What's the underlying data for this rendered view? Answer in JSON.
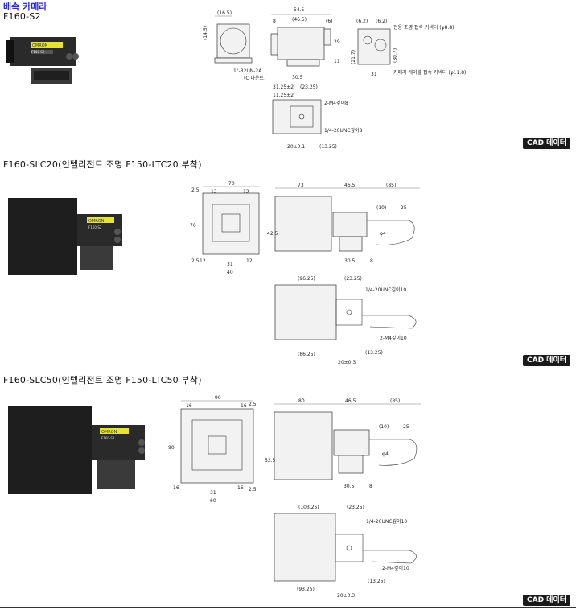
{
  "header": {
    "title": "배속 카메라"
  },
  "sections": [
    {
      "model": "F160-S2",
      "cad_label": "CAD 데이터",
      "dims": {
        "front_w": "(16.5)",
        "front_h": "(14.5)",
        "thread": "1\"-32UN-2A",
        "mount": "(C 마운트)",
        "side_len": "54.5",
        "side_body": "(46.5)",
        "side_8": "8",
        "side_6": "(6)",
        "side_h29": "29",
        "side_h11": "11",
        "side_bottom": "30.5",
        "rear_62a": "(6.2)",
        "rear_62b": "(6.2)",
        "rear_217": "(21.7)",
        "rear_307": "(30.7)",
        "rear_31": "31",
        "light_conn": "전용 조명 접속 커넥터 (φ8.8)",
        "cam_conn": "카메라 케이블 접속 커넥터 (φ11.8)",
        "bot_3125": "31.25±2",
        "bot_2325": "(23.25)",
        "bot_1125": "11.25±2",
        "bot_m4": "2-M4깊이8",
        "bot_unc": "1/4-20UNC깊이8",
        "bot_20": "20±0.1",
        "bot_1325": "(13.25)"
      }
    },
    {
      "model": "F160-SLC20(인텔리전트 조명 F150-LTC20 부착)",
      "cad_label": "CAD 데이터",
      "dims": {
        "front_70w": "70",
        "front_70h": "70",
        "front_12a": "12",
        "front_12b": "12",
        "front_25a": "2.5",
        "front_25b": "2.5",
        "front_12c": "12",
        "front_12d": "12",
        "front_31": "31",
        "front_40": "40",
        "side_73": "73",
        "side_465": "46.5",
        "side_85": "(85)",
        "side_10": "(10)",
        "side_25": "25",
        "side_425": "42.5",
        "side_phi4": "φ4",
        "side_305": "30.5",
        "side_8": "8",
        "bot_9625": "(96.25)",
        "bot_2325": "(23.25)",
        "bot_unc": "1/4-20UNC깊이10",
        "bot_m4": "2-M4깊이10",
        "bot_8625": "(86.25)",
        "bot_1325": "(13.25)",
        "bot_20": "20±0.3"
      }
    },
    {
      "model": "F160-SLC50(인텔리전트 조명 F150-LTC50 부착)",
      "cad_label": "CAD 데이터",
      "dims": {
        "front_90w": "90",
        "front_90h": "90",
        "front_16a": "16",
        "front_16b": "16",
        "front_25a": "2.5",
        "front_25b": "2.5",
        "front_16c": "16",
        "front_16d": "16",
        "front_31": "31",
        "front_60": "60",
        "side_80": "80",
        "side_465": "46.5",
        "side_85": "(85)",
        "side_10": "(10)",
        "side_25": "25",
        "side_525": "52.5",
        "side_phi4": "φ4",
        "side_305": "30.5",
        "side_8": "8",
        "bot_10325": "(103.25)",
        "bot_2325": "(23.25)",
        "bot_unc": "1/4-20UNC깊이10",
        "bot_m4": "2-M4깊이10",
        "bot_9325": "(93.25)",
        "bot_1325": "(13.25)",
        "bot_20": "20±0.3"
      }
    }
  ],
  "photo_labels": {
    "brand": "OMRON",
    "model_s2": "F160-S2",
    "model_slc": "F160-S2"
  },
  "colors": {
    "title": "#2a2ad0",
    "cad_bg": "#1a1a1a",
    "label_yellow": "#e6e23a"
  }
}
